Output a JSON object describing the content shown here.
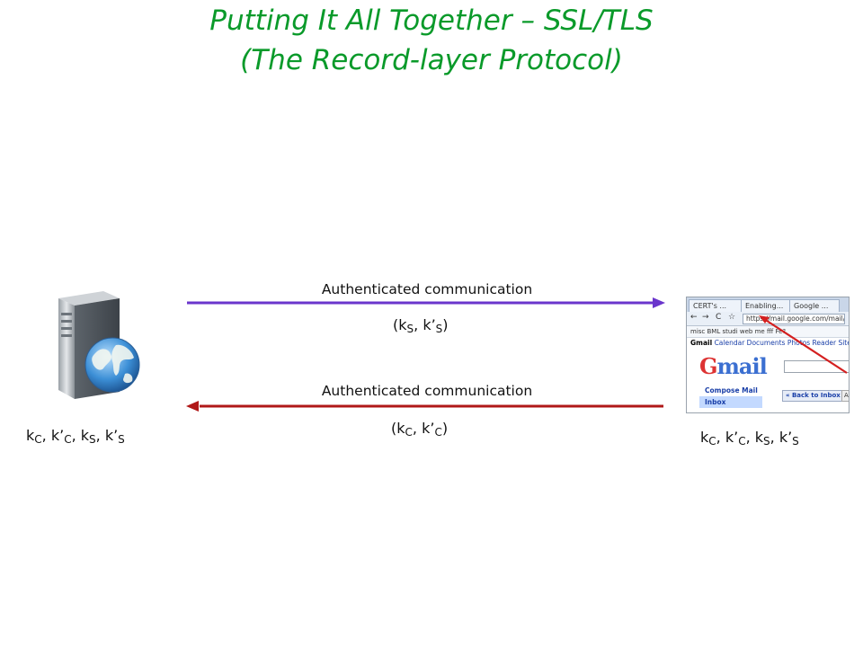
{
  "slide": {
    "title_line1": "Putting It All Together – SSL/TLS",
    "title_line2": "(The Record-layer Protocol)",
    "title_color": "#0a9a2a"
  },
  "top_arrow": {
    "label": "Authenticated communication",
    "keys_open": "(k",
    "keys_s": "S",
    "keys_mid": ", k’",
    "keys_s2": "S",
    "keys_close": ")",
    "color": "#6a35cc",
    "direction": "server-to-client"
  },
  "bottom_arrow": {
    "label": "Authenticated communication",
    "keys_open": "(k",
    "keys_c": "C",
    "keys_mid": ", k’",
    "keys_c2": "C",
    "keys_close": ")",
    "color": "#b01818",
    "direction": "client-to-server"
  },
  "server_keys": {
    "k1": "k",
    "s1": "C",
    "k2": ", k’",
    "s2": "C",
    "k3": ", k",
    "s3": "S",
    "k4": ", k’",
    "s4": "S"
  },
  "client_keys": {
    "k1": "k",
    "s1": "C",
    "k2": ", k’",
    "s2": "C",
    "k3": ", k",
    "s3": "S",
    "k4": ", k’",
    "s4": "S"
  },
  "icons": {
    "server": "server-globe-icon",
    "client": "browser-screenshot"
  },
  "browser": {
    "tab1": "CERT's ...",
    "tab2": "Enabling...",
    "tab3": "Google ...",
    "url": "https://mail.google.com/mail/?z",
    "bookmarks": "misc   BML   studi   web me   fff   Fe?",
    "link_bold": "Gmail",
    "links": " Calendar  Documents  Photos  Reader  Sites",
    "logo_g": "G",
    "logo_rest": "mail",
    "compose": "Compose Mail",
    "inbox": "Inbox",
    "back": "« Back to Inbox",
    "archive": "Ar"
  }
}
